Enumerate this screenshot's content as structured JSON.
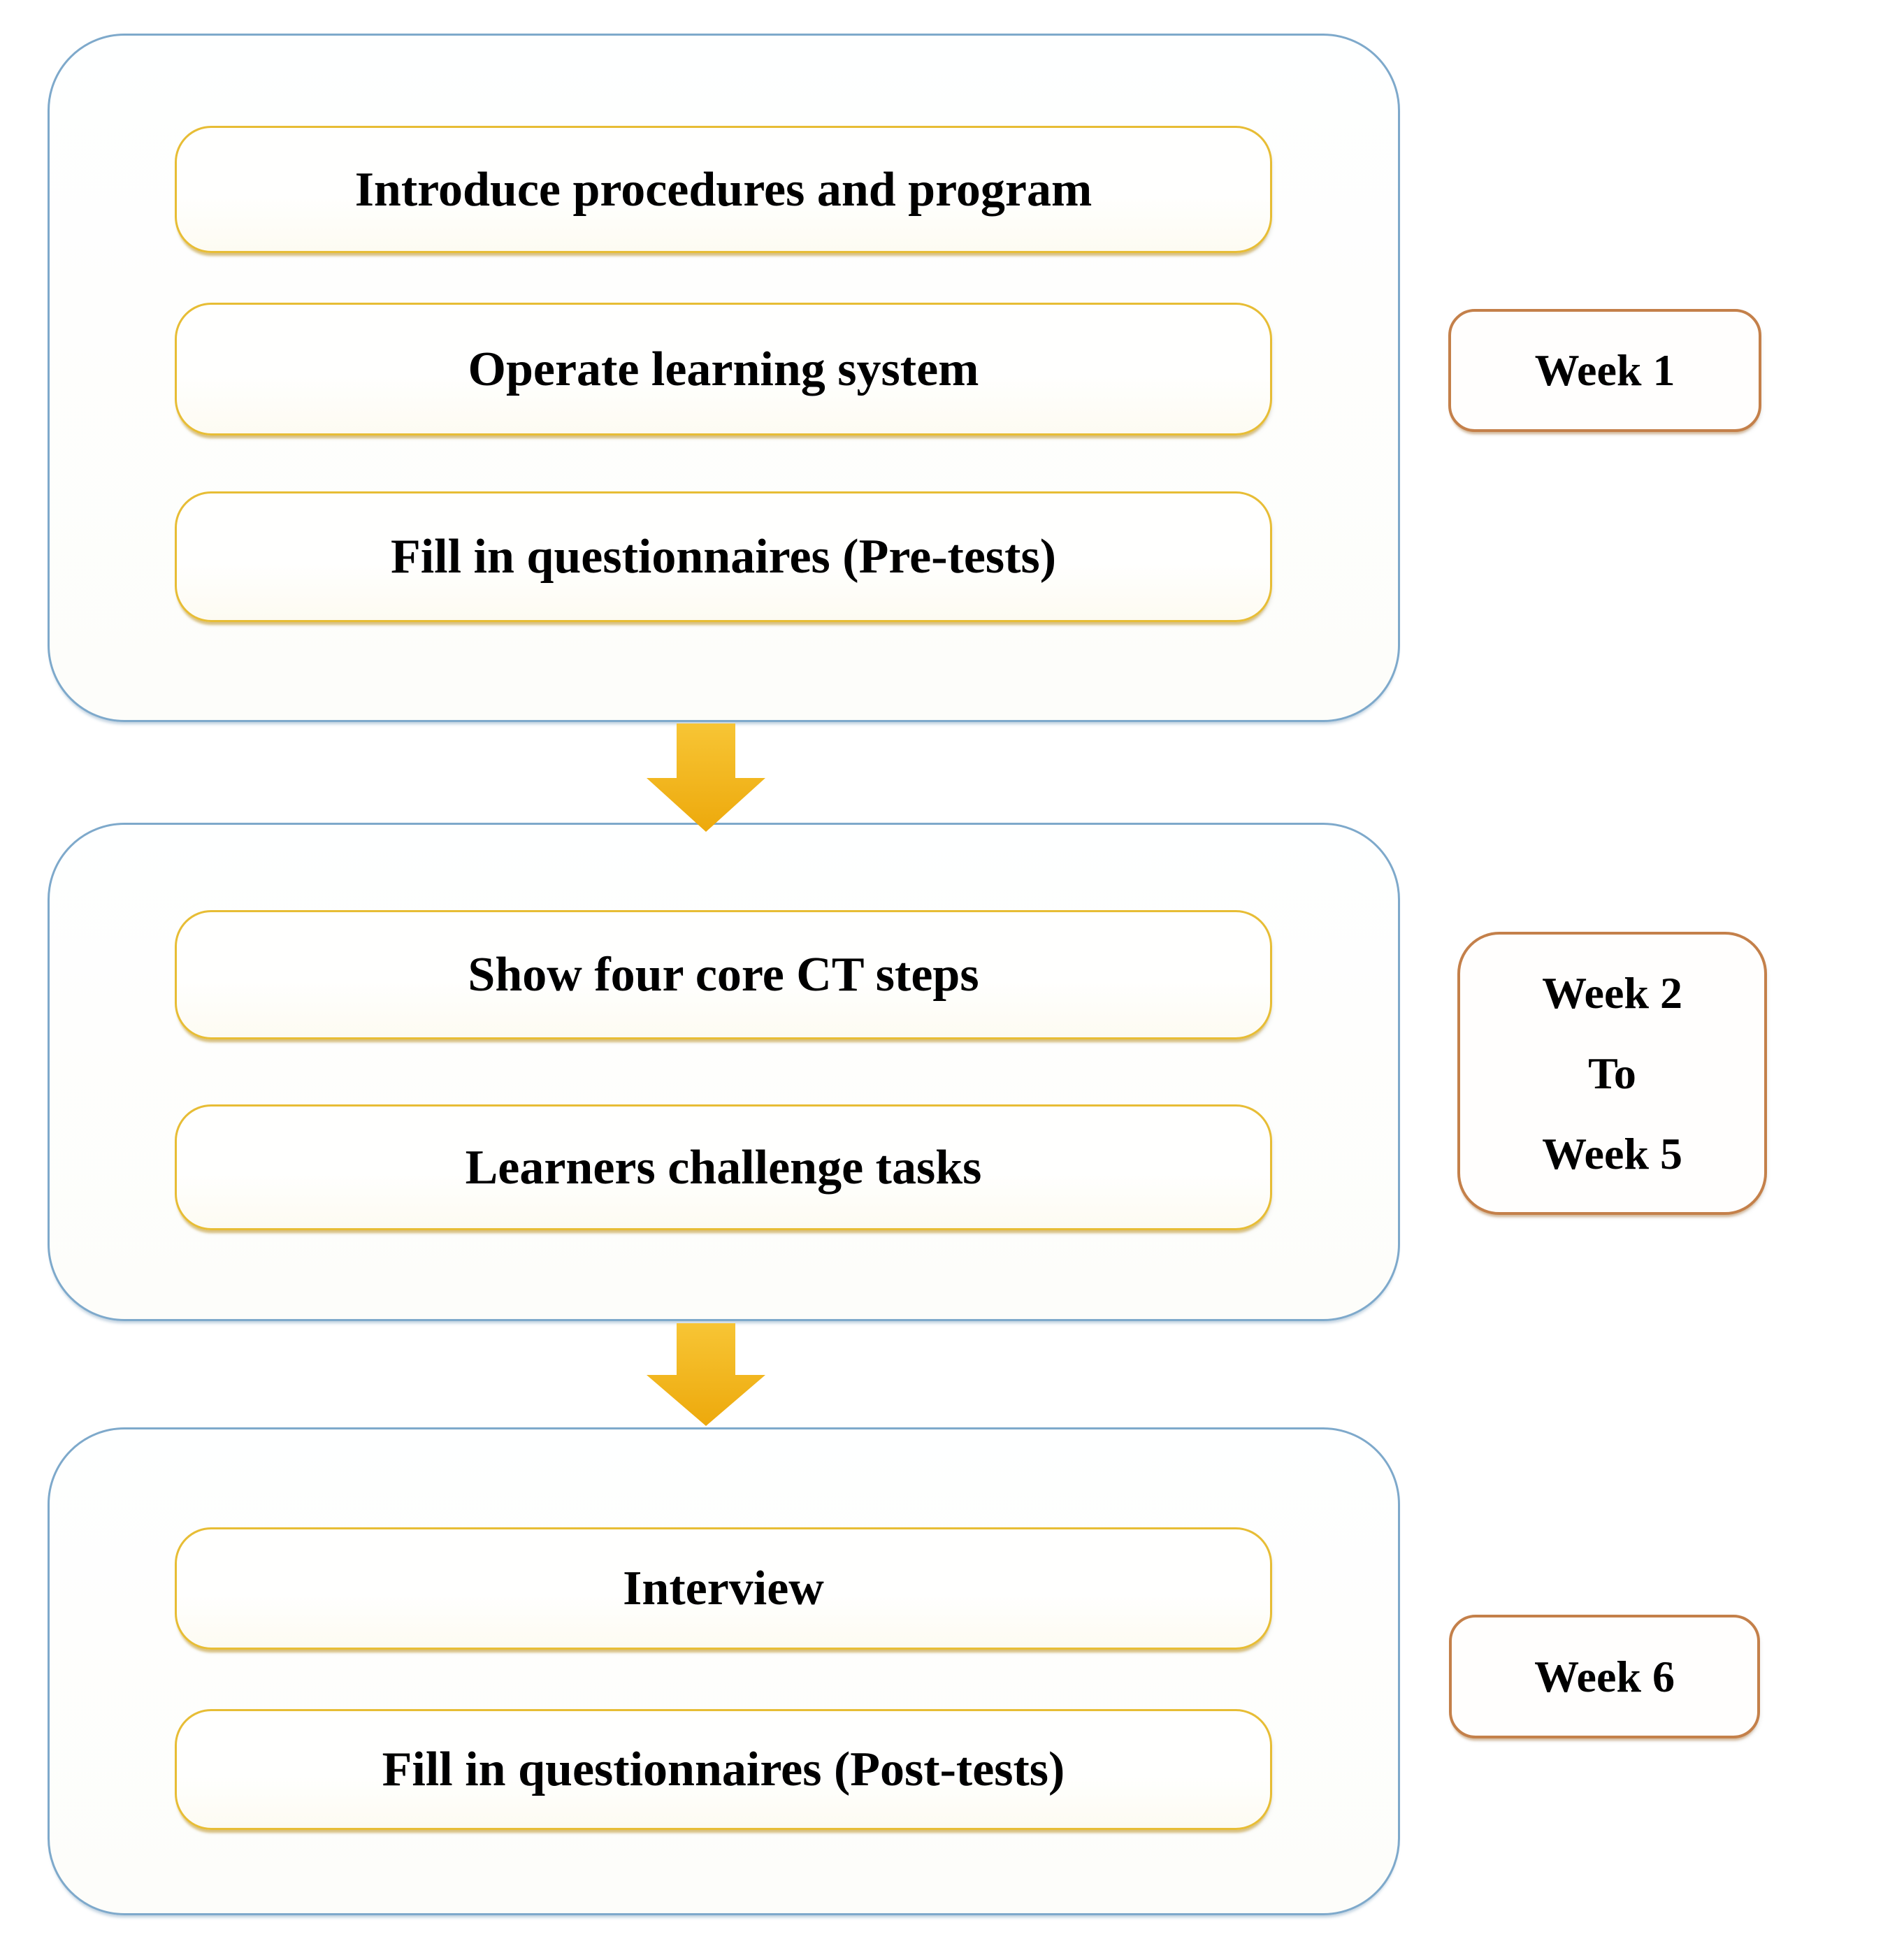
{
  "figure": {
    "type": "flow-diagram",
    "stages": [
      {
        "week_label_lines": [
          "Week 1"
        ],
        "steps": [
          "Introduce procedures and program",
          "Operate learning system",
          "Fill in questionnaires (Pre-tests)"
        ]
      },
      {
        "week_label_lines": [
          "Week 2",
          "To",
          "Week 5"
        ],
        "steps": [
          "Show four core CT steps",
          "Learners challenge tasks"
        ]
      },
      {
        "week_label_lines": [
          "Week 6"
        ],
        "steps": [
          "Interview",
          "Fill in questionnaires (Post-tests)"
        ]
      }
    ],
    "connectors": [
      {
        "icon": "down-arrow"
      },
      {
        "icon": "down-arrow"
      }
    ],
    "colors": {
      "stage_border": "#7ea9cb",
      "step_border": "#e7bd35",
      "week_border": "#c4804a",
      "arrow_gradient_top": "#f7c535",
      "arrow_gradient_bottom": "#eda90c",
      "text": "#000000",
      "background": "#ffffff"
    }
  }
}
